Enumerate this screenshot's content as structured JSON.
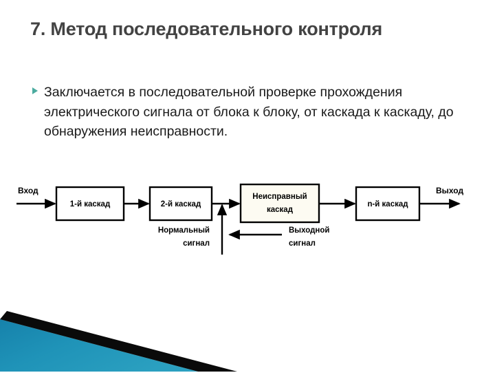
{
  "slide": {
    "title": "7. Метод последовательного контроля",
    "body_bullet": "Заключается в последовательной проверке прохождения электрического сигнала от блока к блоку, от каскада к каскаду, до обнаружения неисправности.",
    "bullet_marker": "triangle-right-icon"
  },
  "diagram": {
    "input_label": "Вход",
    "output_label": "Выход",
    "blocks": [
      {
        "label_line1": "1-й каскад",
        "label_line2": ""
      },
      {
        "label_line1": "2-й каскад",
        "label_line2": ""
      },
      {
        "label_line1": "Неисправный",
        "label_line2": "каскад"
      },
      {
        "label_line1": "n-й каскад",
        "label_line2": ""
      }
    ],
    "signals": [
      {
        "line1": "Нормальный",
        "line2": "сигнал"
      },
      {
        "line1": "Выходной",
        "line2": "сигнал"
      }
    ]
  },
  "colors": {
    "title": "#434343",
    "body_text": "#1a1a1a",
    "bullet_accent": "#4bab9f",
    "deco_teal": "#1d8cb2",
    "deco_black": "#0a0a0a",
    "faulty_block_fill": "#fdfbf2",
    "background": "#ffffff"
  }
}
